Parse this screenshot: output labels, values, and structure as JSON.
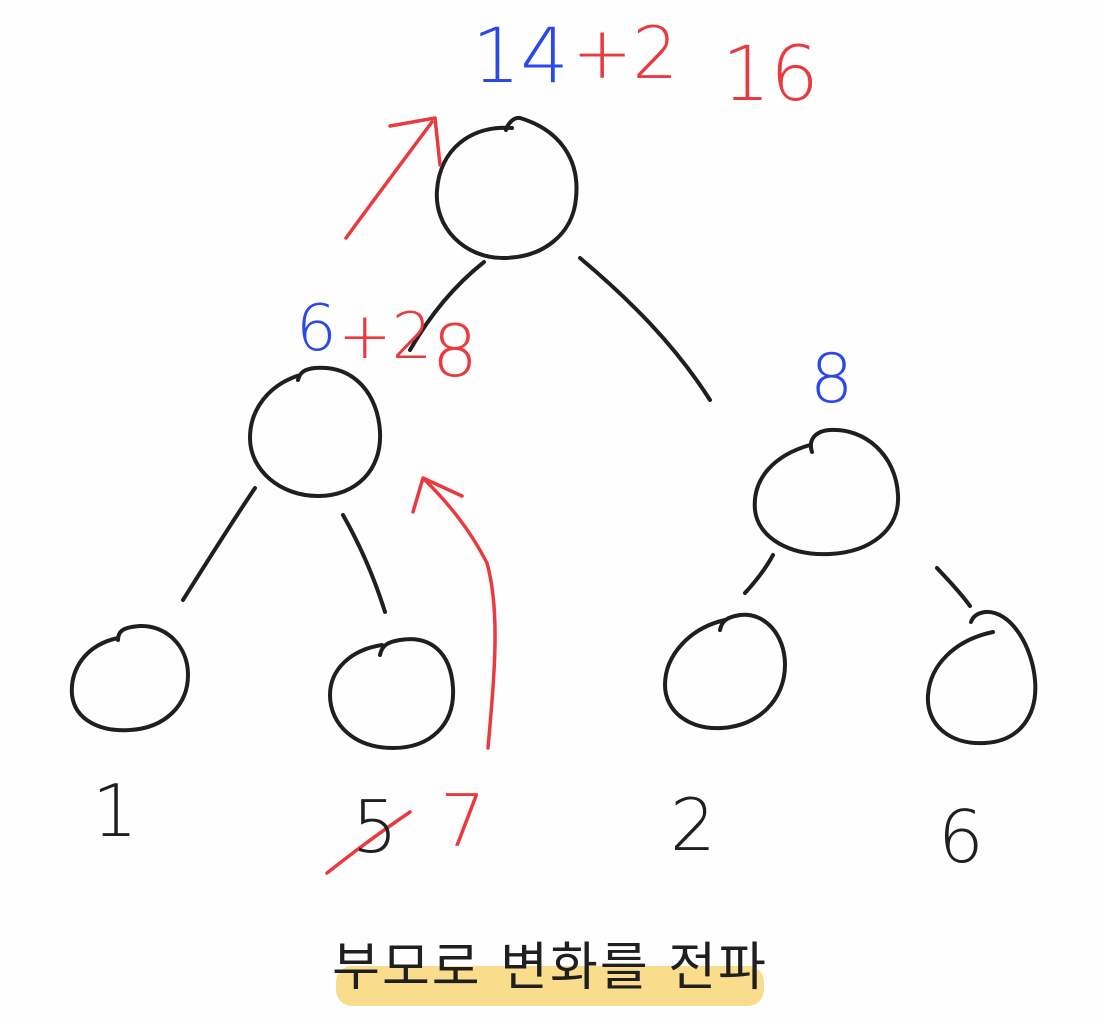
{
  "colors": {
    "ink": "#1f1f1f",
    "red": "#e83a3f",
    "blue": "#2b49e8",
    "highlight": "#f9dc8c"
  },
  "root": {
    "old_value": "14",
    "delta": "+2",
    "new_value": "16"
  },
  "left_internal": {
    "old_value": "6",
    "delta": "+2",
    "new_value": "8"
  },
  "right_internal": {
    "value": "8"
  },
  "leaves": {
    "leaf1": "1",
    "leaf2_old": "5",
    "leaf2_new": "7",
    "leaf3": "2",
    "leaf4": "6"
  },
  "caption": "부모로 변화를 전파"
}
